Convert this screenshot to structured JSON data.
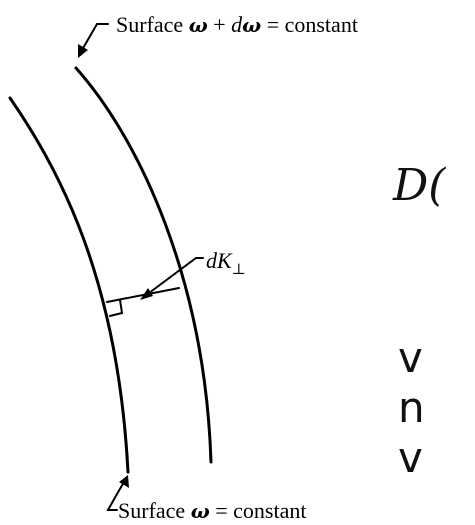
{
  "top_label": {
    "prefix": "Surface ",
    "omega": "ω",
    "plus": " + ",
    "d": "d",
    "domega": "ω",
    "suffix": " = constant"
  },
  "bottom_label": {
    "prefix": "Surface ",
    "omega": "ω",
    "suffix": " = constant"
  },
  "width_label": {
    "d": "dK",
    "sub": "⊥"
  },
  "partial_text": {
    "formula": "D(",
    "line1": "v",
    "line2": "n",
    "line3": "v"
  }
}
